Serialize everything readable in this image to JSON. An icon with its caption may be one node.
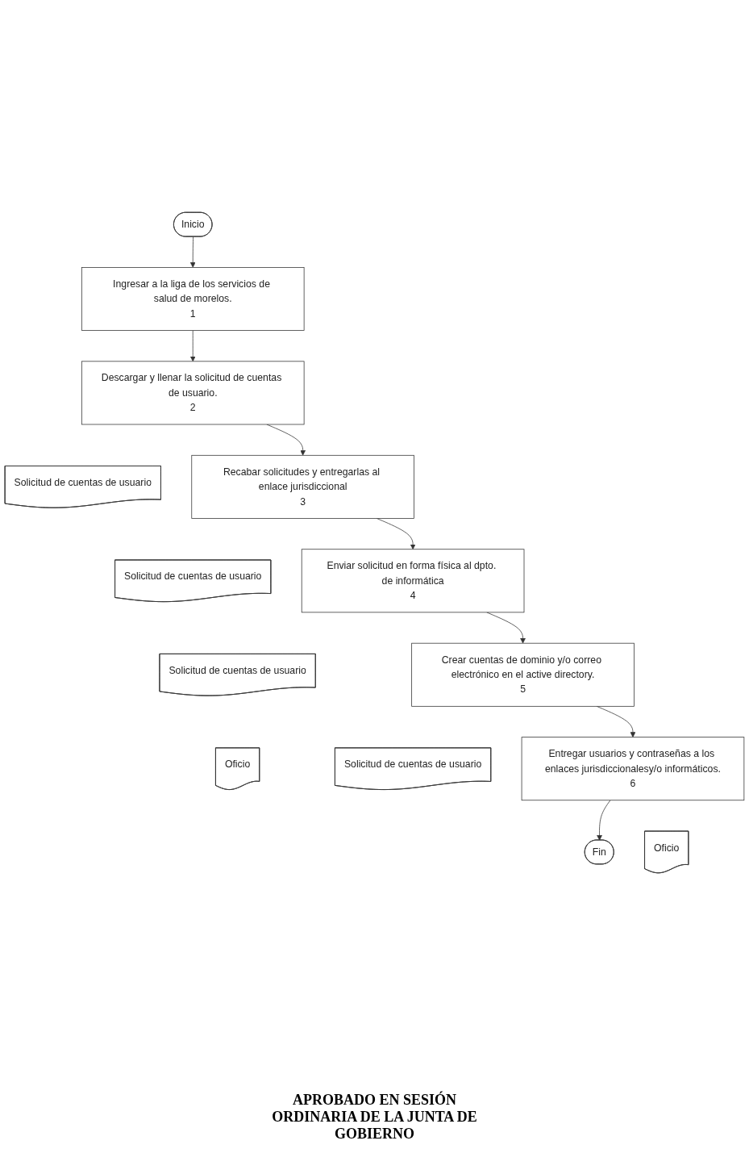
{
  "diagram": {
    "nodes": [
      {
        "text": [
          "Inicio"
        ]
      },
      {
        "text": [
          "Ingresar a la liga de los servicios de salud de morelos.",
          "1"
        ]
      },
      {
        "text": [
          "Descargar y llenar la solicitud de cuentas de usuario.",
          "2"
        ]
      },
      {
        "text": [
          "Solicitud de cuentas de usuario"
        ]
      },
      {
        "text": [
          "Recabar solicitudes y entregarlas al enlace jurisdiccional",
          "3"
        ]
      },
      {
        "text": [
          "Solicitud de cuentas de usuario"
        ]
      },
      {
        "text": [
          "Enviar solicitud en forma física al dpto. de informática",
          "4"
        ]
      },
      {
        "text": [
          "Solicitud de cuentas de usuario"
        ]
      },
      {
        "text": [
          "Oficio"
        ]
      },
      {
        "text": [
          "Crear cuentas de dominio y/o correo electrónico en el active directory.",
          "5"
        ]
      },
      {
        "text": [
          "Solicitud de cuentas de usuario"
        ]
      },
      {
        "text": [
          "Entregar usuarios y contraseñas a los enlaces jurisdiccionalesy/o informáticos.",
          "6"
        ]
      },
      {
        "text": [
          "Oficio"
        ]
      },
      {
        "text": [
          "Fin"
        ]
      }
    ],
    "edges": [
      {
        "from": 0,
        "to": 1,
        "arrow": "to"
      },
      {
        "from": 1,
        "to": 2,
        "arrow": "to"
      },
      {
        "from": 2,
        "to": 4,
        "arrow": "to"
      },
      {
        "from": 4,
        "to": 6,
        "arrow": "to"
      },
      {
        "from": 6,
        "to": 9,
        "arrow": "to"
      },
      {
        "from": 9,
        "to": 11,
        "arrow": "to"
      },
      {
        "from": 11,
        "to": 13,
        "arrow": "to"
      }
    ],
    "labels": [
      "APROBADO EN SESIÓN ORDINARIA DE LA JUNTA DE GOBIERNO"
    ]
  }
}
